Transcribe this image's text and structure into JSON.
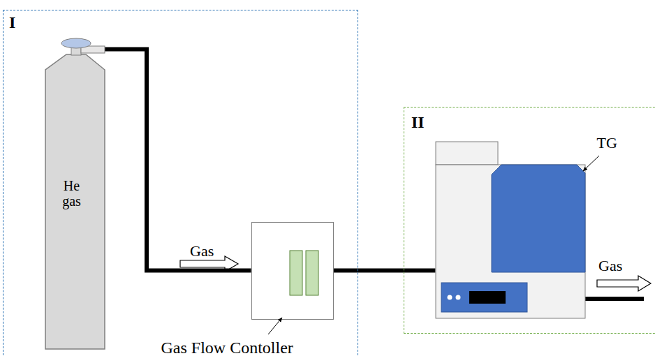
{
  "diagram": {
    "nodes": [
      {
        "text": [
          "I"
        ]
      },
      {
        "text": [
          "He gas"
        ],
        "in": 0
      },
      {
        "text": [
          "Gas Flow Contoller"
        ],
        "in": 0
      },
      {
        "text": [
          "II"
        ]
      },
      {
        "text": [
          "TG"
        ],
        "in": 3
      }
    ],
    "edges": [
      {
        "from": 1,
        "to": 2,
        "arrow": "none"
      },
      {
        "from": 2,
        "to": 4,
        "arrow": "none"
      }
    ],
    "labels": [
      "Gas",
      "Gas"
    ]
  }
}
